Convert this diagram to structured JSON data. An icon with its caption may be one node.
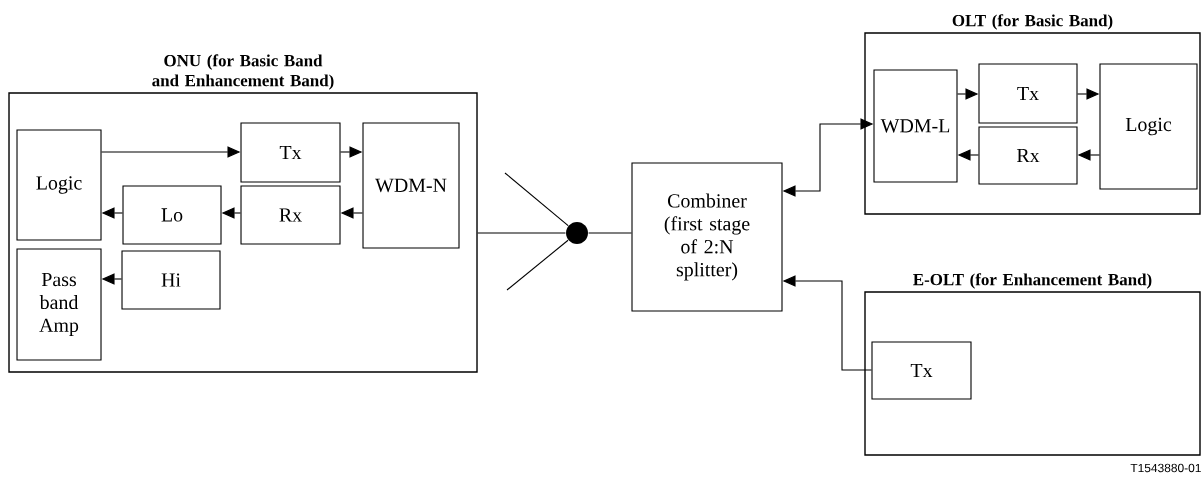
{
  "diagram": {
    "nodes": [
      {
        "text": [
          "ONU (for Basic Band and Enhancement Band)"
        ]
      },
      {
        "text": [
          "Logic"
        ],
        "in": 0
      },
      {
        "text": [
          "Tx"
        ],
        "in": 0
      },
      {
        "text": [
          "WDM-N"
        ],
        "in": 0
      },
      {
        "text": [
          "Lo"
        ],
        "in": 0
      },
      {
        "text": [
          "Rx"
        ],
        "in": 0
      },
      {
        "text": [
          "Pass band Amp"
        ],
        "in": 0
      },
      {
        "text": [
          "Hi"
        ],
        "in": 0
      },
      {
        "text": [],
        "shape": "circle"
      },
      {
        "text": [
          "Combiner (first stage of 2:N splitter)"
        ]
      },
      {
        "text": [
          "OLT (for Basic Band)"
        ]
      },
      {
        "text": [
          "WDM-L"
        ],
        "in": 10
      },
      {
        "text": [
          "Tx"
        ],
        "in": 10
      },
      {
        "text": [
          "Rx"
        ],
        "in": 10
      },
      {
        "text": [
          "Logic"
        ],
        "in": 10
      },
      {
        "text": [
          "E-OLT (for Enhancement Band)"
        ]
      },
      {
        "text": [
          "Tx"
        ],
        "in": 15
      }
    ],
    "edges": [
      {
        "from": 1,
        "to": 2,
        "arrow": "to"
      },
      {
        "from": 2,
        "to": 3,
        "arrow": "to"
      },
      {
        "from": 3,
        "to": 5,
        "arrow": "to"
      },
      {
        "from": 5,
        "to": 4,
        "arrow": "to"
      },
      {
        "from": 4,
        "to": 1,
        "arrow": "to"
      },
      {
        "from": 7,
        "to": 6,
        "arrow": "to"
      },
      {
        "from": 0,
        "to": 8,
        "arrow": "none"
      },
      {
        "from": 8,
        "to": null,
        "arrow": "none"
      },
      {
        "from": 8,
        "to": null,
        "arrow": "none"
      },
      {
        "from": 8,
        "to": 9,
        "arrow": "none"
      },
      {
        "from": 9,
        "to": 11,
        "arrow": "both"
      },
      {
        "from": 11,
        "to": 12,
        "arrow": "to"
      },
      {
        "from": 12,
        "to": 14,
        "arrow": "to"
      },
      {
        "from": 14,
        "to": 13,
        "arrow": "to"
      },
      {
        "from": 13,
        "to": 11,
        "arrow": "to"
      },
      {
        "from": 16,
        "to": 9,
        "arrow": "to"
      }
    ],
    "labels": [
      "T1543880-01"
    ]
  }
}
